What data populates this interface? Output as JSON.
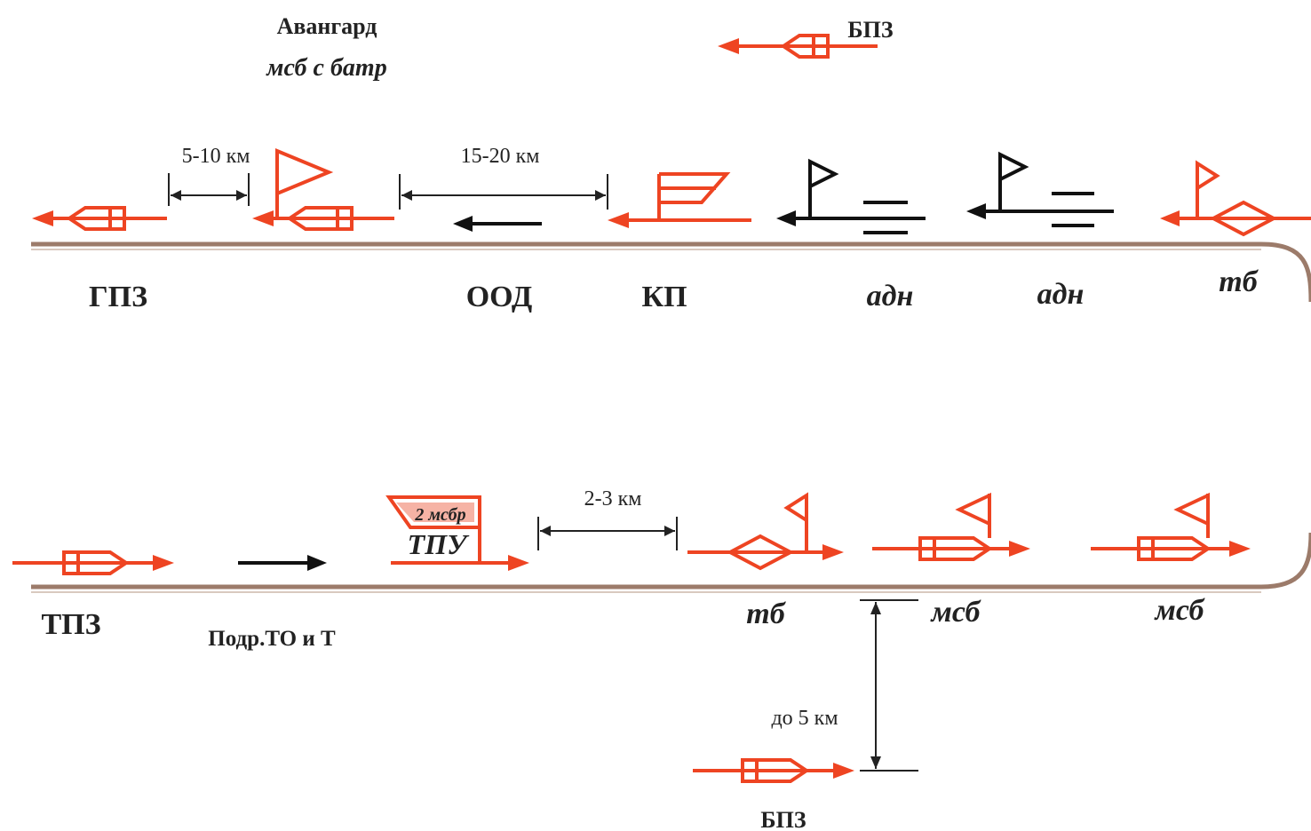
{
  "labels": {
    "avangard": "Авангард",
    "avangard_sub": "мсб с батр",
    "bpz_top": "БПЗ",
    "gpz": "ГПЗ",
    "ood": "ООД",
    "kp": "КП",
    "adn_1": "адн",
    "adn_2": "адн",
    "tb_top": "тб",
    "tpz": "ТПЗ",
    "podr": "Подр.ТО и Т",
    "tpu_unit": "2 мсбр",
    "tpu": "ТПУ",
    "tb_bottom": "тб",
    "msb_1": "мсб",
    "msb_2": "мсб",
    "bpz_bottom": "БПЗ"
  },
  "distances": {
    "d1": "5-10 км",
    "d2": "15-20 км",
    "d3": "2-3 км",
    "d4": "до 5 км"
  },
  "colors": {
    "unit_red": "#ee4422",
    "unit_black": "#111111",
    "road": "#9c7b6a"
  }
}
